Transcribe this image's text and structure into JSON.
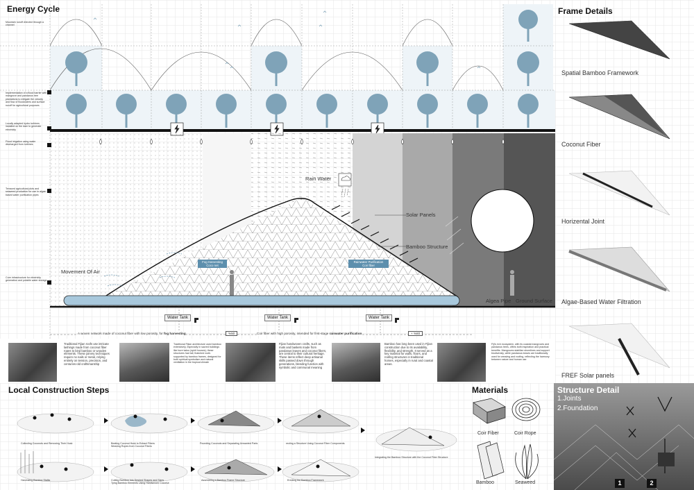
{
  "energy_cycle": {
    "title": "Energy Cycle",
    "side_notes": [
      "Mountain runoff directed through a channel",
      "Implementation of a flood barrier with mangrove and pandanus tree plantations to mitigate the velocity and flow of floodwaters and surface runoff for agricultural purposes",
      "Locally adapted hydro turbines installed on the dam to generate electricity",
      "Flood irrigation using water discharged from turbines",
      "Terraced agricultural plots and seaweed production for use in algae-based water purification pipes",
      "Core infrastructure for electricity generation and potable water storage"
    ],
    "labels": {
      "rain_water": "Rain Water",
      "solar_panels": "Solar Panels",
      "bamboo_structure": "Bamboo Structure",
      "movement_of_air": "Movement Of Air",
      "algae_pipe": "Algea Pipe",
      "ground_surface": "Ground Surface",
      "fog_box": "Fog Harvesting\nCoco net",
      "rain_box": "Rainwater Purification\nCoir fiber"
    },
    "water_tank_label": "Water Tank",
    "coir_caption_1_pre": "A woven network made of coconut fiber with low porosity, for ",
    "coir_caption_1_bold": "fog harvesting",
    "coir_caption_1_pct": "%50",
    "coir_caption_2_pre": "Coir fiber with high porosity, intended for first-stage ",
    "coir_caption_2_bold": "rainwater purification",
    "coir_caption_2_pct": "+ %80"
  },
  "info_strip": [
    "Traditional Fijian roofs use intricate lashings made from coconut fiber ropes to bind bamboo or wooden elements. These joinery techniques require no nails or metal, relying entirely on tension, precision, and centuries-old craftsmanship",
    "Traditional Fijian architecture used bamboo extensively, especially in sacred buildings like bure kalou (spirit houses); these structures had tall, thatched roofs supported by bamboo frames, designed for both spiritual symbolism and natural ventilation in the tropical climate",
    "Fijian handwoven crafts, such as mats and baskets made from pandanus leaves and coconut fibers, are central to their cultural heritage. These items reflect deep artisanal skills passed down through generations, blending function with symbolic and communal meaning",
    "Bamboo has long been used in Fijian construction due to its availability, flexibility, and strength. It served as a key material for walls, floors, and roofing structures in traditional homes, especially in rural and coastal areas.",
    "Fiji's rich ecosystem, with its coastal mangroves and pandanus trees, offers both inspiration and practical benefits. Mangroves stabilize shorelines and support biodiversity, while pandanus leaves are traditionally used for weaving and roofing, reflecting the harmony between nature and human use"
  ],
  "construction": {
    "title": "Local Construction Steps",
    "steps": [
      "Collecting Coconuts and Removing Their Husk",
      "Beating Coconut Husk to Extract Fibers\nWeaving Ropes from Coconut Fibers",
      "Pounding Coconuts and Separating Unwanted Parts",
      "recting a Structure Using Coconut Fiber Components",
      "Integrating the Bamboo Structure with the Coconut Fiber Structure",
      "Harvesting Bamboo Stalks",
      "Cutting Bamboo Into Desired Shapes and Sizes\nTying Bamboo Elements Using Handwoven Coconut",
      "Assembling a Bamboo Frame Structure",
      "Erecting the Bamboo Framework"
    ]
  },
  "materials": {
    "title": "Materials",
    "items": [
      "Coir Fiber",
      "Coir Rope",
      "Bamboo",
      "Seaweed"
    ]
  },
  "frame_details": {
    "title": "Frame Details",
    "items": [
      "Spatial Bamboo Framework",
      "Coconut Fiber",
      "Horizental Joint",
      "Algae-Based Water Filtration",
      "FREF Solar panels"
    ]
  },
  "structure_detail": {
    "title": "Structure Detail",
    "items": [
      "1.Joints",
      "2.Foundation"
    ],
    "markers": [
      "1",
      "2"
    ]
  },
  "colors": {
    "tree_blue": "#7fa3b8",
    "pipe_blue": "#a8c8dc",
    "accent_box": "#5d8fad",
    "dark_band": "#555555"
  }
}
